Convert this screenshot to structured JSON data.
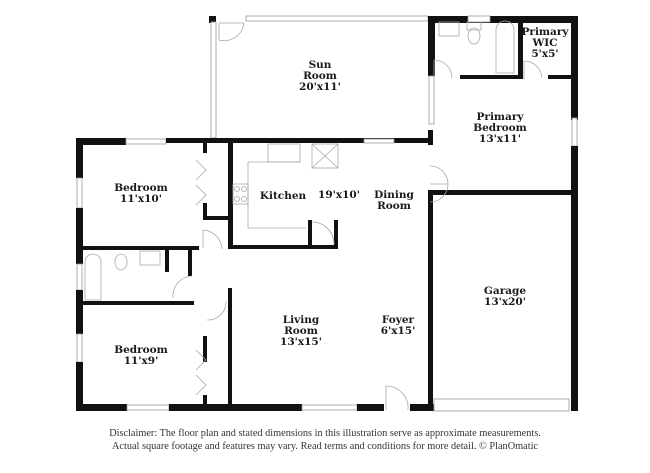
{
  "rooms": {
    "sun_room": {
      "name_line1": "Sun",
      "name_line2": "Room",
      "dims": "20'x11'"
    },
    "primary_wic": {
      "name_line1": "Primary",
      "name_line2": "WIC",
      "dims": "5'x5'"
    },
    "primary_bedroom": {
      "name_line1": "Primary",
      "name_line2": "Bedroom",
      "dims": "13'x11'"
    },
    "bedroom_1": {
      "name": "Bedroom",
      "dims": "11'x10'"
    },
    "kitchen": {
      "name": "Kitchen",
      "dims": "19'x10'"
    },
    "dining_room": {
      "name_line1": "Dining",
      "name_line2": "Room"
    },
    "garage": {
      "name": "Garage",
      "dims": "13'x20'"
    },
    "living_room": {
      "name_line1": "Living",
      "name_line2": "Room",
      "dims": "13'x15'"
    },
    "foyer": {
      "name": "Foyer",
      "dims": "6'x15'"
    },
    "bedroom_2": {
      "name": "Bedroom",
      "dims": "11'x9'"
    }
  },
  "disclaimer": {
    "line1": "Disclaimer: The floor plan and stated dimensions in this illustration serve as approximate measurements.",
    "line2": "Actual square footage and features may vary. Read terms and conditions for more detail. © PlanOmatic"
  }
}
